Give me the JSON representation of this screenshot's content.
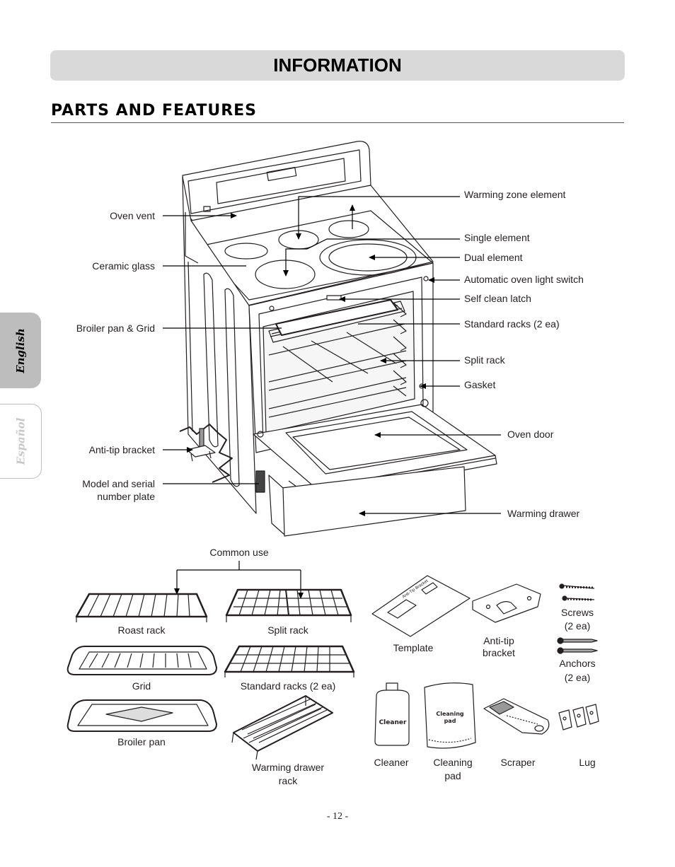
{
  "header": {
    "banner_title": "INFORMATION",
    "section_title": "PARTS AND FEATURES"
  },
  "tabs": {
    "english": "English",
    "espanol": "Español"
  },
  "callouts": {
    "oven_vent": "Oven vent",
    "ceramic_glass": "Ceramic glass",
    "broiler_pan_grid": "Broiler pan & Grid",
    "anti_tip_bracket": "Anti-tip bracket",
    "model_serial_1": "Model and serial",
    "model_serial_2": "number plate",
    "warming_zone": "Warming zone element",
    "single_element": "Single element",
    "dual_element": "Dual element",
    "auto_light_switch": "Automatic oven light switch",
    "self_clean_latch": "Self clean latch",
    "standard_racks": "Standard racks (2 ea)",
    "split_rack": "Split rack",
    "gasket": "Gasket",
    "oven_door": "Oven door",
    "warming_drawer": "Warming drawer"
  },
  "accessories": {
    "common_use": "Common use",
    "roast_rack": "Roast rack",
    "split_rack": "Split rack",
    "grid": "Grid",
    "standard_racks": "Standard racks (2 ea)",
    "broiler_pan": "Broiler pan",
    "warming_rack_1": "Warming drawer",
    "warming_rack_2": "rack",
    "template": "Template",
    "template_print": "Anti-Tip Bracket",
    "anti_tip_1": "Anti-tip",
    "anti_tip_2": "bracket",
    "screws_1": "Screws",
    "screws_2": "(2 ea)",
    "anchors_1": "Anchors",
    "anchors_2": "(2 ea)",
    "cleaner": "Cleaner",
    "cleaner_print": "Cleaner",
    "pad_1": "Cleaning",
    "pad_2": "pad",
    "pad_print_1": "Cleaning",
    "pad_print_2": "pad",
    "scraper": "Scraper",
    "lug": "Lug"
  },
  "footer": {
    "page_number": "- 12 -"
  }
}
